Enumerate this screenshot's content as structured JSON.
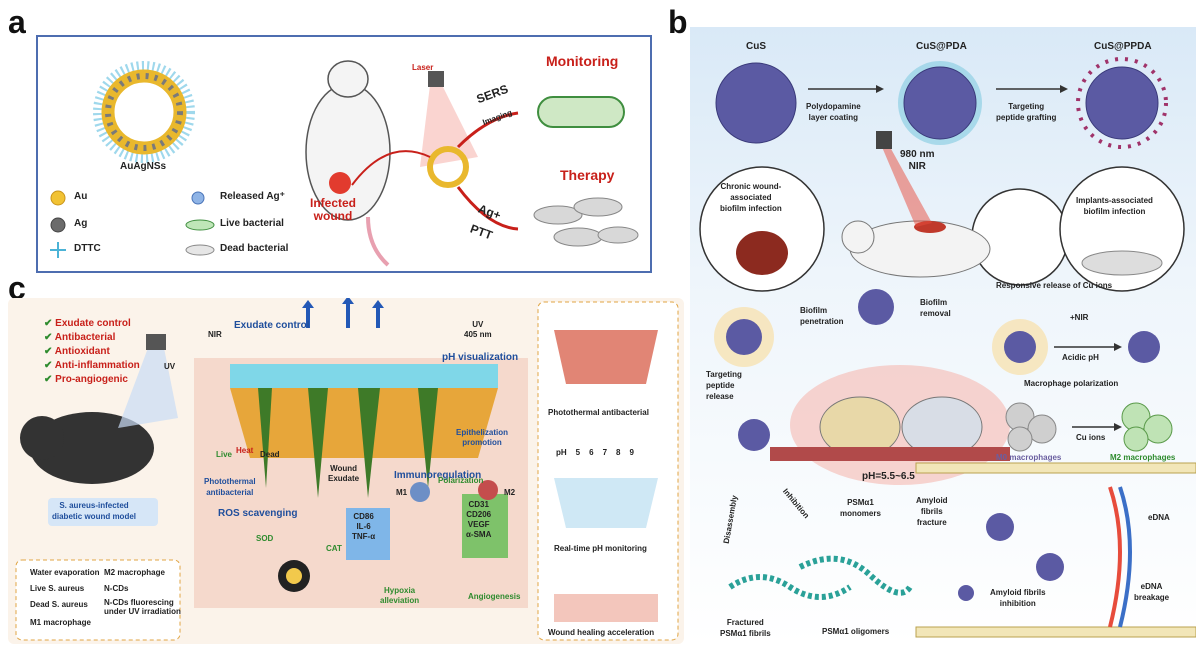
{
  "panels": {
    "a": {
      "letter": "a",
      "nanoparticle_label": "AuAgNSs",
      "legend": [
        {
          "label": "Au",
          "icon": "gold-dot"
        },
        {
          "label": "Ag",
          "icon": "grey-dot"
        },
        {
          "label": "DTTC",
          "icon": "cyan-star"
        },
        {
          "label": "Released Ag⁺",
          "icon": "blue-dot"
        },
        {
          "label": "Live bacterial",
          "icon": "green-bacterium"
        },
        {
          "label": "Dead bacterial",
          "icon": "grey-bacterium"
        }
      ],
      "laser": "Laser",
      "infected_wound": "Infected\nwound",
      "sers": "SERS",
      "imaging": "Imaging",
      "agplus": "Ag+",
      "ptt": "PTT",
      "monitoring": "Monitoring",
      "therapy": "Therapy"
    },
    "b": {
      "letter": "b",
      "cus": "CuS",
      "cus_pda": "CuS@PDA",
      "cus_ppda": "CuS@PPDA",
      "step1": "Polydopamine\nlayer coating",
      "step2": "Targeting\npeptide grafting",
      "nir": "980 nm\nNIR",
      "chronic": "Chronic wound-\nassociated\nbiofilm infection",
      "implants": "Implants-associated\nbiofilm infection",
      "biofilm_penetration": "Biofilm\npenetration",
      "biofilm_removal": "Biofilm\nremoval",
      "targeting_release": "Targeting\npeptide\nrelease",
      "responsive_release": "Responsive release of Cu ions",
      "nir_plus": "+NIR",
      "acidic": "Acidic pH",
      "macrophage_polarization": "Macrophage polarization",
      "cu_ions": "Cu ions",
      "m0": "M0 macrophages",
      "m2": "M2 macrophages",
      "ph": "pH=5.5~6.5",
      "disassembly": "Disassembly",
      "inhibition": "Inhibition",
      "psm_monomers": "PSMα1\nmonomers",
      "fractured": "Fractured\nPSMα1 fibrils",
      "oligomers": "PSMα1 oligomers",
      "amyloid_fracture": "Amyloid\nfibrils\nfracture",
      "amyloid_inhibition": "Amyloid fibrils\ninhibition",
      "edna": "eDNA",
      "edna_breakage": "eDNA\nbreakage"
    },
    "c": {
      "letter": "c",
      "checklist": [
        "Exudate control",
        "Antibacterial",
        "Antioxidant",
        "Anti-inflammation",
        "Pro-angiogenic"
      ],
      "uv": "UV",
      "mouse_caption": "S. aureus-infected\ndiabetic wound model",
      "nir": "NIR",
      "exudate_control": "Exudate control",
      "uv_405": "UV\n405 nm",
      "ph_visualization": "pH visualization",
      "live": "Live",
      "heat": "Heat",
      "dead": "Dead",
      "wound_exudate": "Wound\nExudate",
      "photothermal": "Photothermal\nantibacterial",
      "immunoregulation": "Immunoregulation",
      "epithelization": "Epithelization\npromotion",
      "ros": "ROS scavenging",
      "sod": "SOD",
      "cat": "CAT",
      "m1": "M1",
      "m2": "M2",
      "polarization": "Polarization",
      "m1_markers": "CD86\nIL-6\nTNF-α",
      "m2_markers": "CD31\nCD206\nVEGF\nα-SMA",
      "hypoxia": "Hypoxia\nalleviation",
      "angiogenesis": "Angiogenesis",
      "legend": [
        {
          "label": "Water evaporation"
        },
        {
          "label": "M2 macrophage"
        },
        {
          "label": "Live  S. aureus"
        },
        {
          "label": "N-CDs"
        },
        {
          "label": "Dead S. aureus"
        },
        {
          "label": "N-CDs fluorescing\nunder UV irradiation"
        },
        {
          "label": "M1 macrophage"
        }
      ],
      "right_steps": [
        "Photothermal antibacterial",
        "Real-time pH monitoring",
        "Wound healing acceleration"
      ],
      "ph_scale": [
        "pH",
        "5",
        "6",
        "7",
        "8",
        "9"
      ]
    }
  }
}
